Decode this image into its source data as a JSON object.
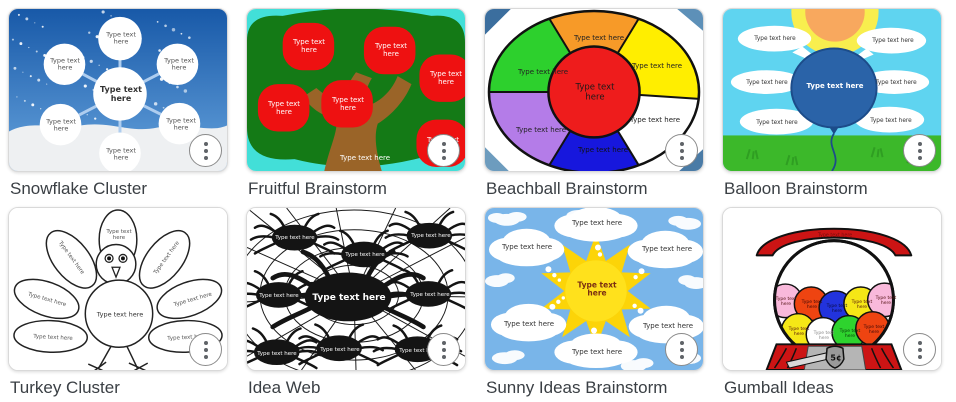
{
  "icons": {
    "card_menu": "kebab-vertical-dots"
  },
  "colors": {
    "page_bg": "#ffffff",
    "card_border": "#d9d9d9",
    "title_text": "#3a3f44",
    "snowflake_sky_top": "#1859a8",
    "snowflake_sky_bottom": "#66a3dd",
    "tree_green": "#147a16",
    "tree_sky_cyan": "#42dfd8",
    "tree_trunk_brown": "#9a6428",
    "apple_red": "#ee1111",
    "beachball_green": "#2dd02d",
    "beachball_orange": "#f79a28",
    "beachball_yellow": "#ffee00",
    "beachball_purple": "#b47ce8",
    "beachball_blue": "#1717dd",
    "beachball_center_red": "#ee1c1c",
    "balloon_sky": "#5fd4f0",
    "balloon_blue": "#2a63a8",
    "grass_green": "#3cb82a",
    "sunny_sky": "#79b5e9",
    "sun_yellow": "#fcd408",
    "gumball_machine_red": "#cc1414"
  },
  "cards": [
    {
      "title": "Snowflake Cluster",
      "placeholder_text": "Type text here"
    },
    {
      "title": "Fruitful Brainstorm",
      "placeholder_text": "Type text here"
    },
    {
      "title": "Beachball Brainstorm",
      "placeholder_text": "Type text here"
    },
    {
      "title": "Balloon Brainstorm",
      "placeholder_text": "Type text here"
    },
    {
      "title": "Turkey Cluster",
      "placeholder_text": "Type text here"
    },
    {
      "title": "Idea Web",
      "placeholder_text": "Type text here"
    },
    {
      "title": "Sunny Ideas Brainstorm",
      "placeholder_text": "Type text here"
    },
    {
      "title": "Gumball Ideas",
      "placeholder_text": "Type text here",
      "price_label": "5¢"
    }
  ]
}
